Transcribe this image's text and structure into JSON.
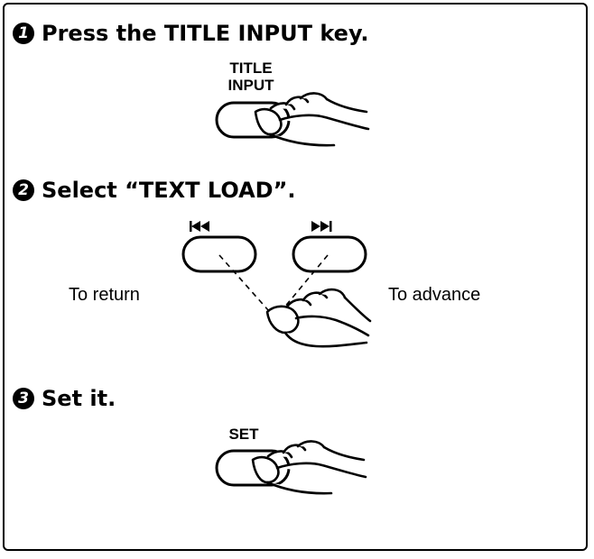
{
  "steps": [
    {
      "number": "1",
      "text": "Press the TITLE INPUT key."
    },
    {
      "number": "2",
      "text": "Select “TEXT LOAD”."
    },
    {
      "number": "3",
      "text": "Set it."
    }
  ],
  "keys": {
    "title_input": {
      "line1": "TITLE",
      "line2": "INPUT"
    },
    "set": "SET",
    "prev_icon": "skip-back-icon",
    "next_icon": "skip-forward-icon"
  },
  "labels": {
    "to_return": "To return",
    "to_advance": "To advance"
  }
}
